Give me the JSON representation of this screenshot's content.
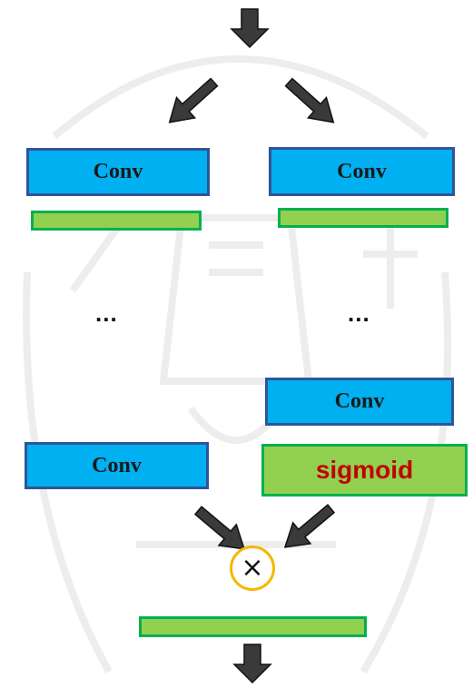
{
  "left_branch": {
    "conv_top": "Conv",
    "ellipsis": "...",
    "conv_bottom": "Conv"
  },
  "right_branch": {
    "conv_top": "Conv",
    "ellipsis": "...",
    "conv_bottom": "Conv",
    "activation": "sigmoid"
  },
  "merge": {
    "operator_symbol": "×"
  },
  "colors": {
    "conv_fill": "#00b0f0",
    "conv_border": "#2f5597",
    "bar_fill": "#92d050",
    "bar_border": "#00b050",
    "sigmoid_text": "#c00000",
    "operator_ring": "#f5b800",
    "arrow_fill": "#3a3a3a"
  },
  "icons": {
    "input_arrow": "down-block-arrow-icon",
    "output_arrow": "down-block-arrow-icon",
    "branch_arrows": "diagonal-arrow-icon",
    "operator": "multiply-circle-icon"
  }
}
